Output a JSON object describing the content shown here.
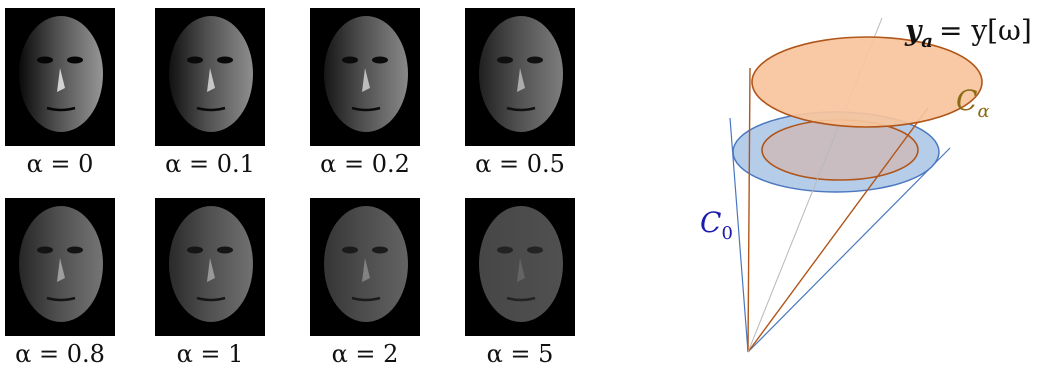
{
  "faces": [
    {
      "alpha_label": "α = 0",
      "illumination": 0.0
    },
    {
      "alpha_label": "α = 0.1",
      "illumination": 0.1
    },
    {
      "alpha_label": "α = 0.2",
      "illumination": 0.2
    },
    {
      "alpha_label": "α = 0.5",
      "illumination": 0.5
    },
    {
      "alpha_label": "α = 0.8",
      "illumination": 0.8
    },
    {
      "alpha_label": "α = 1",
      "illumination": 1.0
    },
    {
      "alpha_label": "α = 2",
      "illumination": 2.0
    },
    {
      "alpha_label": "α = 5",
      "illumination": 5.0
    }
  ],
  "diagram": {
    "equation_label": "y_a = y[ω]",
    "equation_lhs": "y",
    "equation_sub": "a",
    "equation_rhs": "= y[ω]",
    "c_alpha_label": "C",
    "c_alpha_sub": "α",
    "c0_label": "C",
    "c0_sub": "0",
    "colors": {
      "orange_fill": "#f7c49c",
      "orange_stroke": "#b0561a",
      "blue_fill": "#a9c4e6",
      "blue_stroke": "#4a78c0",
      "c_alpha_color": "#8a6a14",
      "c0_color": "#1b1bb0",
      "cone_orange": "#b0561a",
      "cone_blue": "#4a78c0"
    }
  }
}
